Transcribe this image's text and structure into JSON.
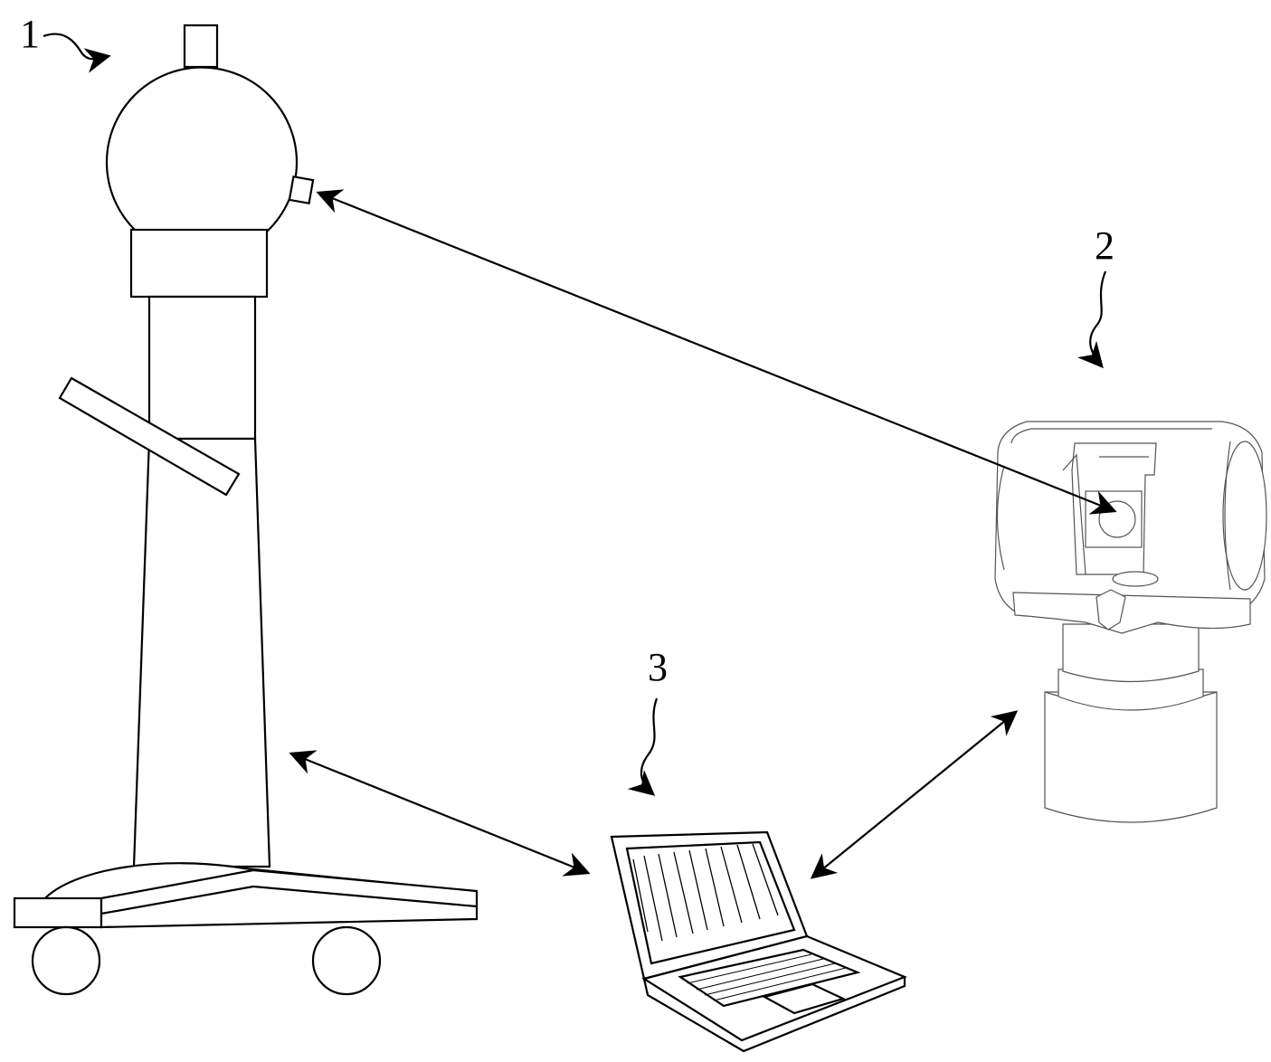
{
  "labels": {
    "device1": "1",
    "device2": "2",
    "device3": "3"
  },
  "colors": {
    "line": "#000000",
    "background": "#ffffff"
  }
}
